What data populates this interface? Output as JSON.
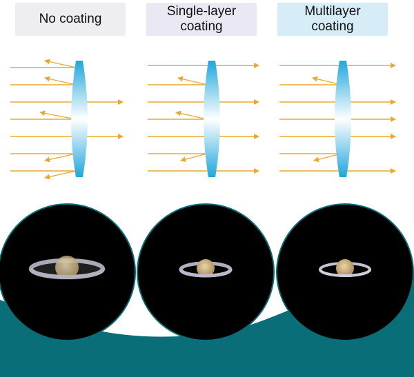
{
  "panels": [
    {
      "id": "no-coating",
      "label_lines": [
        "No coating"
      ]
    },
    {
      "id": "single-layer-coating",
      "label_lines": [
        "Single-layer",
        "coating"
      ]
    },
    {
      "id": "multilayer-coating",
      "label_lines": [
        "Multilayer",
        "coating"
      ]
    }
  ],
  "colors": {
    "ray": "#e8a92e",
    "lens_edge": "#1fa6dc",
    "lens_center": "#ffffff",
    "sea": "#0a6e78",
    "sky_circle": "#000000",
    "planet": "#c9b07a",
    "rings": "#b9b6c4"
  },
  "icons": [
    "lens-icon",
    "light-ray-icon",
    "saturn-icon"
  ]
}
